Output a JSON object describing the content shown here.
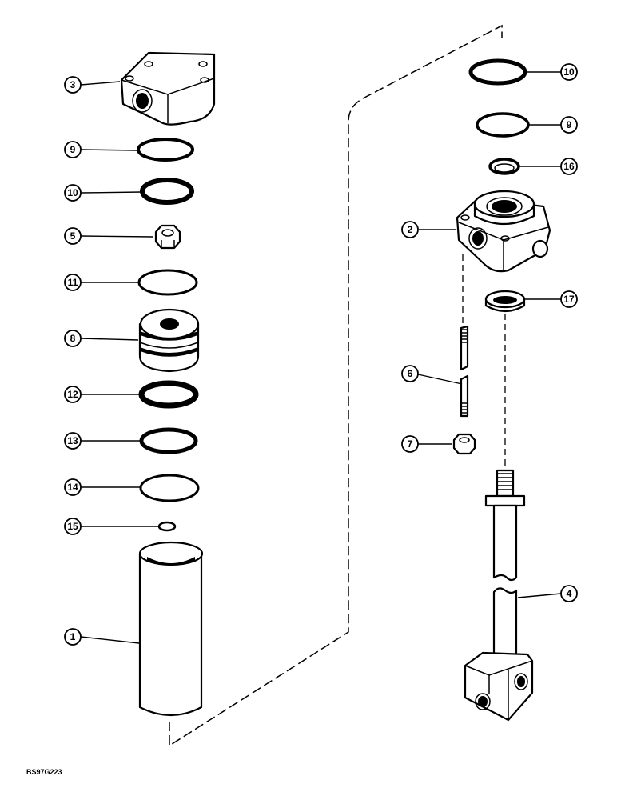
{
  "drawing_code": "BS97G223",
  "callouts": {
    "c1": "1",
    "c2": "2",
    "c3": "3",
    "c4": "4",
    "c5": "5",
    "c6": "6",
    "c7": "7",
    "c8": "8",
    "c9_left": "9",
    "c9_right": "9",
    "c10_left": "10",
    "c10_right": "10",
    "c11": "11",
    "c12": "12",
    "c13": "13",
    "c14": "14",
    "c15": "15",
    "c16": "16",
    "c17": "17"
  }
}
